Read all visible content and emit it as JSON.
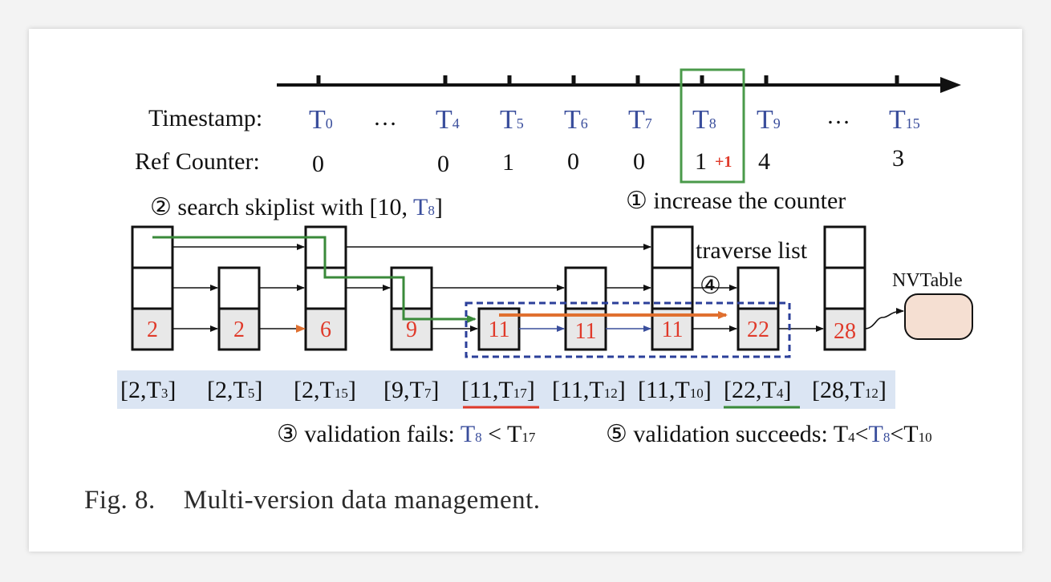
{
  "timeline": {
    "timestamp_label": "Timestamp:",
    "ref_counter_label": "Ref Counter:",
    "ellipsis": "…",
    "columns": [
      {
        "t": "T",
        "sub": "0",
        "count": "0"
      },
      {
        "t": "T",
        "sub": "4",
        "count": "0"
      },
      {
        "t": "T",
        "sub": "5",
        "count": "1"
      },
      {
        "t": "T",
        "sub": "6",
        "count": "0"
      },
      {
        "t": "T",
        "sub": "7",
        "count": "0"
      },
      {
        "t": "T",
        "sub": "8",
        "count": "1"
      },
      {
        "t": "T",
        "sub": "9",
        "count": "4"
      },
      {
        "t": "T",
        "sub": "15",
        "count": "3"
      }
    ],
    "increment": "+1"
  },
  "annotations": {
    "step1": "① increase the counter",
    "step2_prefix": "② search skiplist with [10, ",
    "step2_t": "T",
    "step2_sub": "8",
    "step2_suffix": "]",
    "traverse": "traverse list",
    "step4": "④",
    "nvtable": "NVTable",
    "step3_prefix": "③ validation fails: ",
    "step3_lhs_t": "T",
    "step3_lhs_sub": "8",
    "step3_op": " < ",
    "step3_rhs_t": "T",
    "step3_rhs_sub": "17",
    "step5_prefix": "⑤ validation succeeds: ",
    "step5_a_t": "T",
    "step5_a_sub": "4",
    "step5_b_t": "T",
    "step5_b_sub": "8",
    "step5_c_t": "T",
    "step5_c_sub": "10",
    "step5_op": "<"
  },
  "nodes": [
    {
      "key": "2"
    },
    {
      "key": "2"
    },
    {
      "key": "6"
    },
    {
      "key": "9"
    },
    {
      "key": "11"
    },
    {
      "key": "11"
    },
    {
      "key": "11"
    },
    {
      "key": "22"
    },
    {
      "key": "28"
    }
  ],
  "versions": [
    {
      "key": "2",
      "t": "T",
      "sub": "3"
    },
    {
      "key": "2",
      "t": "T",
      "sub": "5"
    },
    {
      "key": "2",
      "t": "T",
      "sub": "15"
    },
    {
      "key": "9",
      "t": "T",
      "sub": "7"
    },
    {
      "key": "11",
      "t": "T",
      "sub": "17"
    },
    {
      "key": "11",
      "t": "T",
      "sub": "12"
    },
    {
      "key": "11",
      "t": "T",
      "sub": "10"
    },
    {
      "key": "22",
      "t": "T",
      "sub": "4"
    },
    {
      "key": "28",
      "t": "T",
      "sub": "12"
    }
  ],
  "caption": "Fig. 8.    Multi-version data management.",
  "colors": {
    "blue_text": "#3a4e9c",
    "red_text": "#e03a2a",
    "green_path": "#3a8a3a",
    "orange_path": "#e07030",
    "dashed_box": "#2b3f9a",
    "version_band": "#dbe5f3",
    "nvtable_fill": "#f5dfd2"
  }
}
